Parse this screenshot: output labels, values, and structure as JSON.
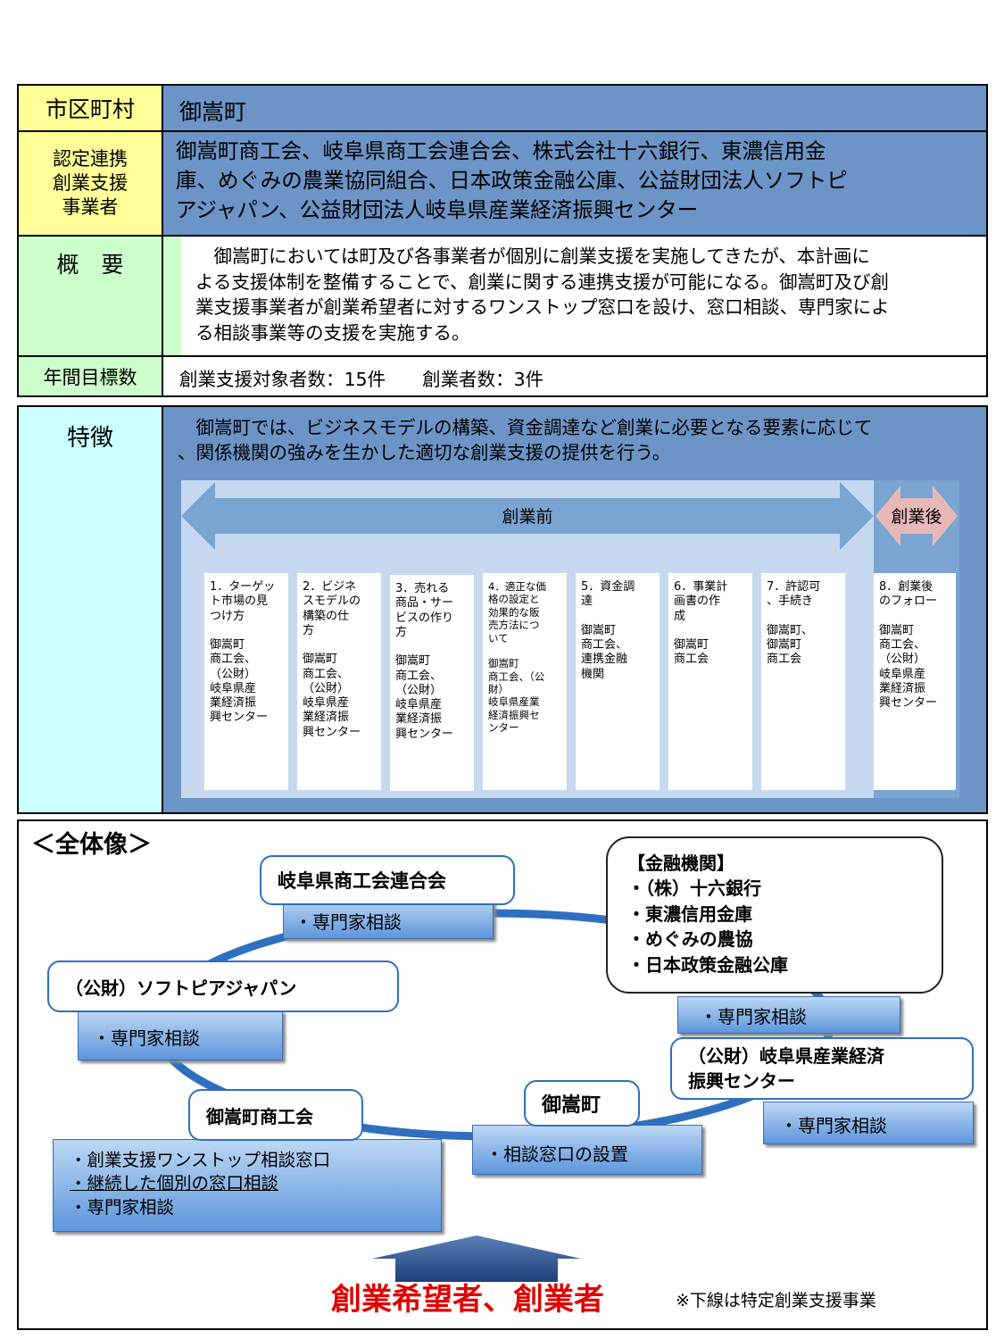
{
  "info_table": {
    "municipality": {
      "label": "市区町村",
      "value": "御嵩町"
    },
    "partners": {
      "label": "認定連携\n創業支援\n事業者",
      "value": "御嵩町商工会、岐阜県商工会連合会、株式会社十六銀行、東濃信用金\n庫、めぐみの農業協同組合、日本政策金融公庫、公益財団法人ソフトピ\nアジャパン、公益財団法人岐阜県産業経済振興センター"
    },
    "overview": {
      "label": "概　要",
      "value": "　御嵩町においては町及び各事業者が個別に創業支援を実施してきたが、本計画に\nよる支援体制を整備することで、創業に関する連携支援が可能になる。御嵩町及び創\n業支援事業者が創業希望者に対するワンストップ窓口を設け、窓口相談、専門家によ\nる相談事業等の支援を実施する。"
    },
    "targets": {
      "label": "年間目標数",
      "value": "創業支援対象者数：15件　　創業者数：3件"
    }
  },
  "features": {
    "label": "特徴",
    "description": "　御嵩町では、ビジネスモデルの構築、資金調達など創業に必要となる要素に応じて\n、関係機関の強みを生かした適切な創業支援の提供を行う。",
    "pre_label": "創業前",
    "post_label": "創業後",
    "steps": [
      "1．ターゲッ\nト市場の見\nつけ方\n\n御嵩町\n商工会、\n（公財）\n岐阜県産\n業経済振\n興センター",
      "2．ビジネ\nスモデルの\n構築の仕\n方\n\n御嵩町\n商工会、\n（公財）\n岐阜県産\n業経済振\n興センター",
      "3．売れる\n商品・サー\nビスの作り\n方\n\n御嵩町\n商工会、\n（公財）\n岐阜県産\n業経済振\n興センター",
      "4．適正な価\n格の設定と\n効果的な販\n売方法につ\nいて\n\n御嵩町\n商工会、（公\n財）\n岐阜県産業\n経済振興セ\nンター",
      "5．資金調\n達\n\n御嵩町\n商工会、\n連携金融\n機関",
      "6．事業計\n画書の作\n成\n\n御嵩町\n商工会",
      "7．許認可\n、手続き\n\n御嵩町、\n御嵩町\n商工会",
      "8．創業後\nのフォロー\n\n御嵩町\n商工会、\n（公財）\n岐阜県産\n業経済振\n興センター"
    ]
  },
  "overall": {
    "title": "＜全体像＞",
    "pref_federation": {
      "name": "岐阜県商工会連合会",
      "service": "・専門家相談"
    },
    "softopia": {
      "name": "（公財）ソフトピアジャパン",
      "service": "・専門家相談"
    },
    "finance": {
      "heading": "【金融機関】",
      "items": [
        "・（株）十六銀行",
        "・東濃信用金庫",
        "・めぐみの農協",
        "・日本政策金融公庫"
      ],
      "service": "・専門家相談"
    },
    "industry_center": {
      "name": "（公財）岐阜県産業経済\n振興センター",
      "service": "・専門家相談"
    },
    "town": {
      "name": "御嵩町",
      "service": "・相談窓口の設置"
    },
    "chamber": {
      "name": "御嵩町商工会",
      "services": [
        "・創業支援ワンストップ相談窓口",
        "・継続した個別の窓口相談",
        "・専門家相談"
      ]
    },
    "target": "創業希望者、創業者",
    "note": "※下線は特定創業支援事業"
  }
}
